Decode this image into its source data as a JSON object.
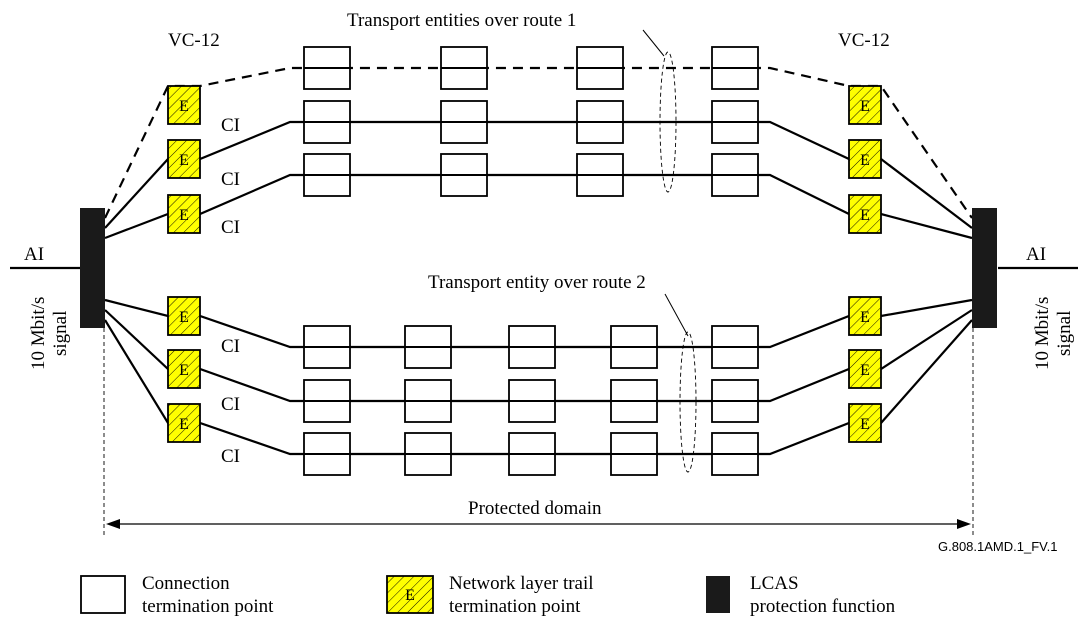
{
  "labels": {
    "route1": "Transport entities over route 1",
    "route2": "Transport entity over route 2",
    "vc_left": "VC-12",
    "vc_right": "VC-12",
    "ci": "CI",
    "ai_left": "AI",
    "ai_right": "AI",
    "signal_left_line1": "10 Mbit/s",
    "signal_left_line2": "signal",
    "signal_right_line1": "10 Mbit/s",
    "signal_right_line2": "signal",
    "protected_domain": "Protected domain",
    "figure_code": "G.808.1AMD.1_FV.1",
    "ttp_letter": "E"
  },
  "legend": [
    {
      "symbol": "connection-termination-point",
      "line1": "Connection",
      "line2": "termination point"
    },
    {
      "symbol": "network-layer-trail-termination-point",
      "line1": "Network layer trail",
      "line2": "termination point"
    },
    {
      "symbol": "lcas-protection-function",
      "line1": "LCAS",
      "line2": "protection function"
    }
  ],
  "colors": {
    "trail_termination_fill": "#ffff00",
    "lcas_block": "#1a1a1a"
  }
}
